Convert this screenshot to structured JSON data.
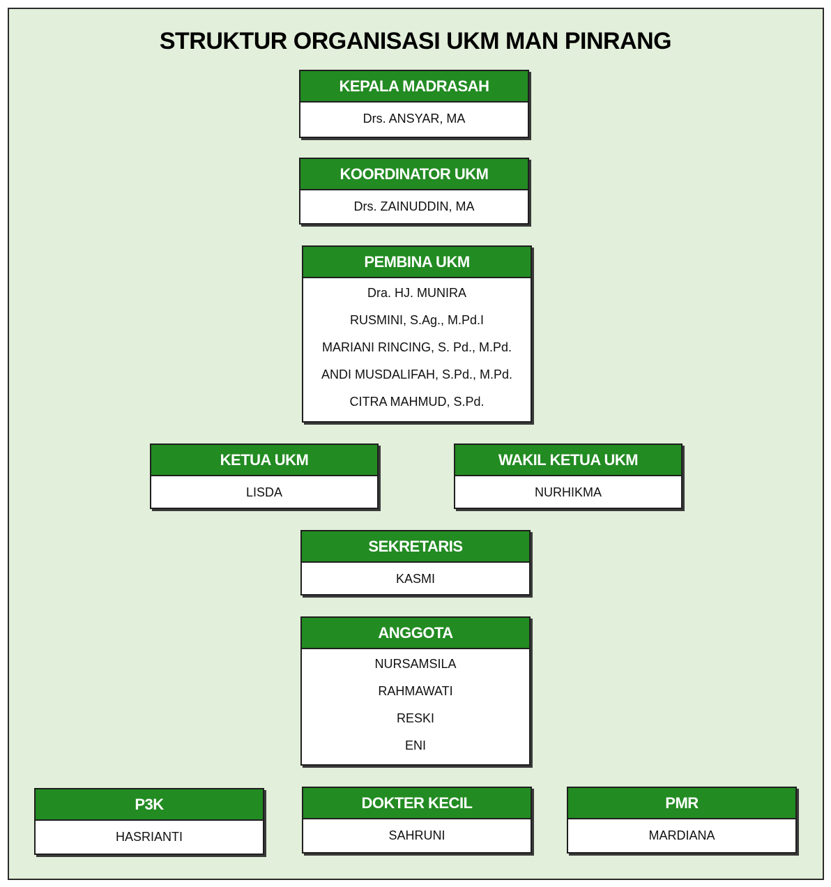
{
  "title": "STRUKTUR  ORGANISASI UKM MAN PINRANG",
  "colors": {
    "background": "#e2efda",
    "header": "#228b22",
    "border": "#1f1f1f"
  },
  "kepala": {
    "title": "KEPALA MADRASAH",
    "members": [
      "Drs. ANSYAR, MA"
    ]
  },
  "koordinator": {
    "title": "KOORDINATOR UKM",
    "members": [
      "Drs. ZAINUDDIN, MA"
    ]
  },
  "pembina": {
    "title": "PEMBINA UKM",
    "members": [
      "Dra. HJ. MUNIRA",
      "RUSMINI, S.Ag., M.Pd.I",
      "MARIANI RINCING, S. Pd., M.Pd.",
      "ANDI MUSDALIFAH, S.Pd., M.Pd.",
      "CITRA MAHMUD, S.Pd."
    ]
  },
  "ketua": {
    "title": "KETUA UKM",
    "members": [
      "LISDA"
    ]
  },
  "wakil": {
    "title": "WAKIL KETUA UKM",
    "members": [
      "NURHIKMA"
    ]
  },
  "sekretaris": {
    "title": "SEKRETARIS",
    "members": [
      "KASMI"
    ]
  },
  "anggota": {
    "title": "ANGGOTA",
    "members": [
      "NURSAMSILA",
      "RAHMAWATI",
      "RESKI",
      "ENI"
    ]
  },
  "p3k": {
    "title": "P3K",
    "members": [
      "HASRIANTI"
    ]
  },
  "dokter": {
    "title": "DOKTER KECIL",
    "members": [
      "SAHRUNI"
    ]
  },
  "pmr": {
    "title": "PMR",
    "members": [
      "MARDIANA"
    ]
  }
}
